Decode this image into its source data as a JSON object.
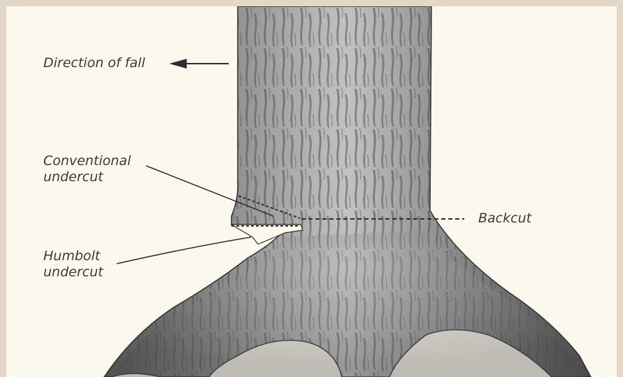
{
  "labels": {
    "direction_of_fall": "Direction of fall",
    "conventional_undercut": [
      "Conventional",
      "undercut"
    ],
    "backcut": "Backcut",
    "humbolt_undercut": [
      "Humbolt",
      "undercut"
    ]
  },
  "colors": {
    "background": "#fbf8ee",
    "frame": "#e3d8c8",
    "bark_dark": "#5c5c5c",
    "bark_light": "#b8b8b8",
    "line": "#2e2e2e"
  }
}
